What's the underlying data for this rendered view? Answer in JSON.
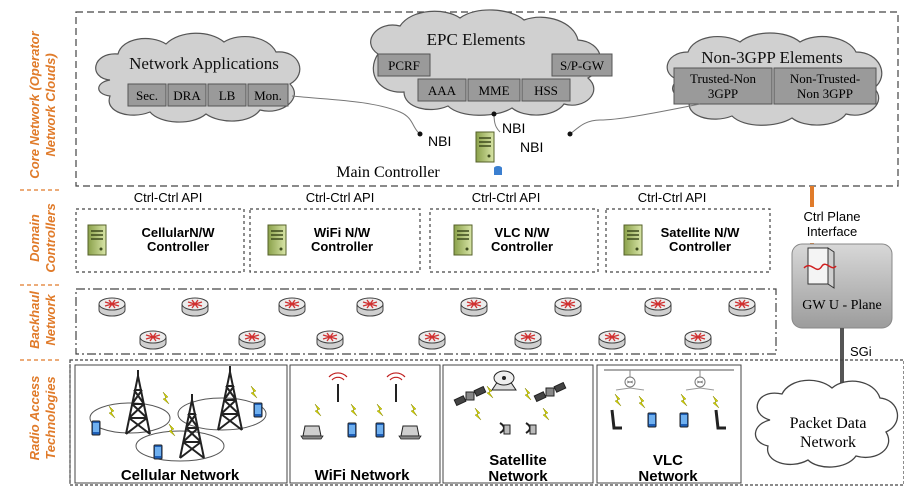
{
  "side_labels": {
    "core_line1": "Core Network (Operator",
    "core_line2": "Network Clouds)",
    "domain_line1": "Domain",
    "domain_line2": "Controllers",
    "backhaul_line1": "Backhaul",
    "backhaul_line2": "Network",
    "radio_line1": "Radio Access",
    "radio_line2": "Technologies"
  },
  "clouds": {
    "network_apps": {
      "title": "Network Applications",
      "items": [
        "Sec.",
        "DRA",
        "LB",
        "Mon."
      ]
    },
    "epc": {
      "title": "EPC Elements",
      "items": [
        "PCRF",
        "S/P-GW",
        "AAA",
        "MME",
        "HSS"
      ]
    },
    "non3gpp": {
      "title": "Non-3GPP Elements",
      "trusted": [
        "Trusted-Non",
        "3GPP"
      ],
      "untrusted": [
        "Non-Trusted-",
        "Non 3GPP"
      ]
    }
  },
  "nbi_labels": [
    "NBI",
    "NBI",
    "NBI"
  ],
  "main_controller": "Main Controller",
  "ctrl_api": [
    "Ctrl-Ctrl API",
    "Ctrl-Ctrl API",
    "Ctrl-Ctrl API",
    "Ctrl-Ctrl API"
  ],
  "domain_controllers": [
    [
      "CellularN/W",
      "Controller"
    ],
    [
      "WiFi N/W",
      "Controller"
    ],
    [
      "VLC N/W",
      "Controller"
    ],
    [
      "Satellite N/W",
      "Controller"
    ]
  ],
  "ctrl_plane": [
    "Ctrl Plane",
    "Interface"
  ],
  "gw": "GW U - Plane",
  "sgi": "SGi",
  "pdn": [
    "Packet Data",
    "Network"
  ],
  "networks": {
    "cellular": [
      "Cellular Network"
    ],
    "wifi": [
      "WiFi Network"
    ],
    "satellite": [
      "Satellite",
      "Network"
    ],
    "vlc": [
      "VLC",
      "Network"
    ]
  },
  "colors": {
    "accent": "#e07b2a",
    "box_fill": "#9a9a9a",
    "gray_dark": "#555555"
  }
}
